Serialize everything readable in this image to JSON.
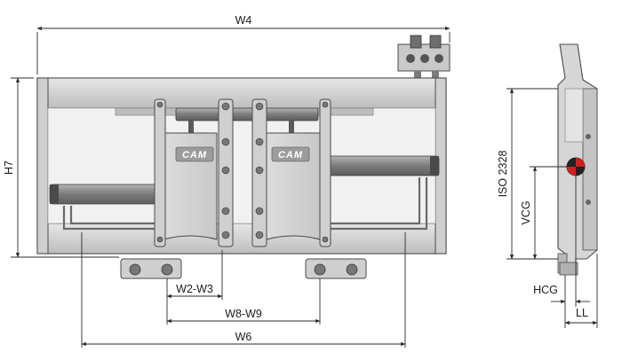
{
  "dimensions": {
    "w4": "W4",
    "h7": "H7",
    "w2_w3": "W2-W3",
    "w8_w9": "W8-W9",
    "w6": "W6",
    "iso": "ISO 2328",
    "vcg": "VCG",
    "hcg": "HCG",
    "ll": "LL"
  },
  "logo": {
    "left": "CAM",
    "right": "CAM"
  },
  "colors": {
    "frame": "#d7d7d7",
    "frame_dark": "#a9a9a9",
    "outline": "#4a4a4a",
    "cylinder": "#8e8e8e",
    "logo_plate": "#9c9c9c",
    "dimension_line": "#2b2b2b"
  }
}
